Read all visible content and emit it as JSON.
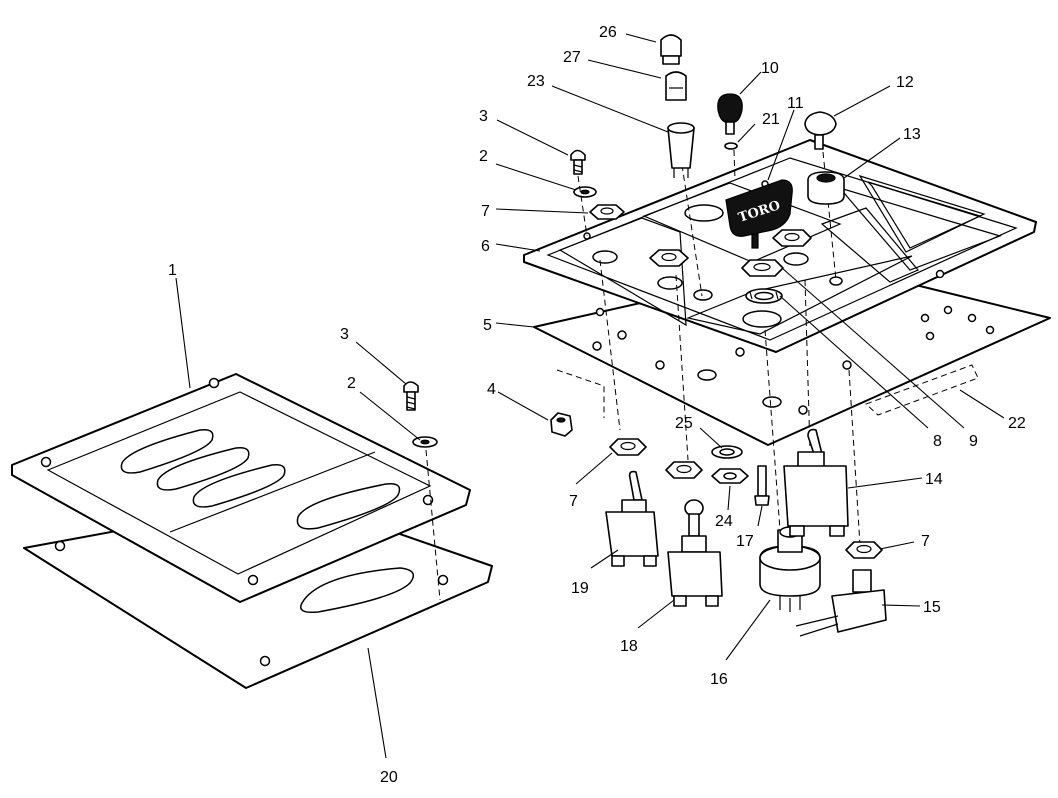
{
  "logo_text": "TORO",
  "callouts": [
    {
      "id": "c1",
      "text": "1"
    },
    {
      "id": "c2a",
      "text": "2"
    },
    {
      "id": "c2b",
      "text": "2"
    },
    {
      "id": "c3a",
      "text": "3"
    },
    {
      "id": "c3b",
      "text": "3"
    },
    {
      "id": "c4",
      "text": "4"
    },
    {
      "id": "c5",
      "text": "5"
    },
    {
      "id": "c6",
      "text": "6"
    },
    {
      "id": "c7a",
      "text": "7"
    },
    {
      "id": "c7b",
      "text": "7"
    },
    {
      "id": "c7c",
      "text": "7"
    },
    {
      "id": "c8",
      "text": "8"
    },
    {
      "id": "c9",
      "text": "9"
    },
    {
      "id": "c10",
      "text": "10"
    },
    {
      "id": "c11",
      "text": "11"
    },
    {
      "id": "c12",
      "text": "12"
    },
    {
      "id": "c13",
      "text": "13"
    },
    {
      "id": "c14",
      "text": "14"
    },
    {
      "id": "c15",
      "text": "15"
    },
    {
      "id": "c16",
      "text": "16"
    },
    {
      "id": "c17",
      "text": "17"
    },
    {
      "id": "c18",
      "text": "18"
    },
    {
      "id": "c19",
      "text": "19"
    },
    {
      "id": "c20",
      "text": "20"
    },
    {
      "id": "c21",
      "text": "21"
    },
    {
      "id": "c22",
      "text": "22"
    },
    {
      "id": "c23",
      "text": "23"
    },
    {
      "id": "c24",
      "text": "24"
    },
    {
      "id": "c25",
      "text": "25"
    },
    {
      "id": "c26",
      "text": "26"
    },
    {
      "id": "c27",
      "text": "27"
    }
  ]
}
